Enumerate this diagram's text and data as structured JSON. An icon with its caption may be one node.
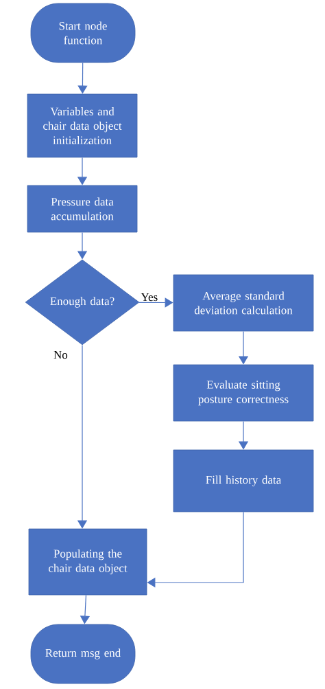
{
  "diagram": {
    "nodes": [
      {
        "text": [
          "Start node function"
        ]
      },
      {
        "text": [
          "Variables and chair data object initialization"
        ]
      },
      {
        "text": [
          "Pressure data accumulation"
        ]
      },
      {
        "text": [
          "Enough data?"
        ]
      },
      {
        "text": [
          "Average standard deviation calculation"
        ]
      },
      {
        "text": [
          "Evaluate sitting posture correctness"
        ]
      },
      {
        "text": [
          "Fill history data"
        ]
      },
      {
        "text": [
          "Populating the chair data object"
        ]
      },
      {
        "text": [
          "Return msg end"
        ]
      }
    ],
    "edges": [
      {
        "from": 0,
        "to": 1,
        "arrow": "to"
      },
      {
        "from": 1,
        "to": 2,
        "arrow": "to"
      },
      {
        "from": 2,
        "to": 3,
        "arrow": "to"
      },
      {
        "from": 3,
        "to": 4,
        "arrow": "to",
        "label": "Yes"
      },
      {
        "from": 3,
        "to": 7,
        "arrow": "to",
        "label": "No"
      },
      {
        "from": 4,
        "to": 5,
        "arrow": "to"
      },
      {
        "from": 5,
        "to": 6,
        "arrow": "to"
      },
      {
        "from": 6,
        "to": 7,
        "arrow": "to"
      },
      {
        "from": 7,
        "to": 8,
        "arrow": "to"
      }
    ]
  }
}
